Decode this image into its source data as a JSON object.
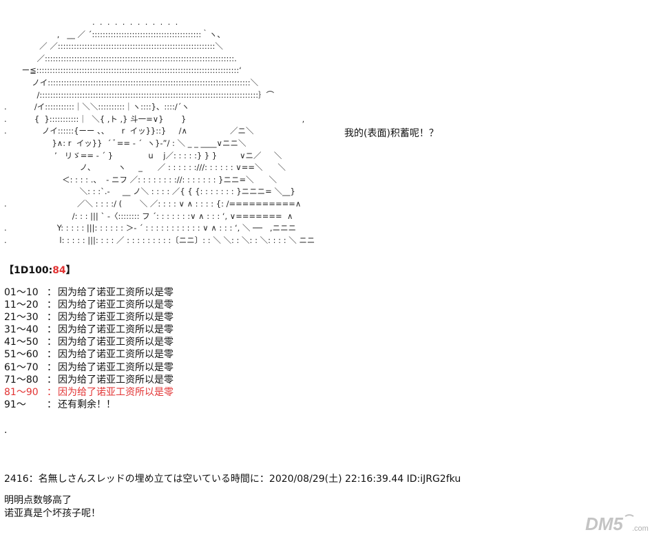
{
  "ascii_art": [
    "                                   .  .  .  .  .  .  .  .  .  .  .  .",
    "                     ,   __ ／ ´:::::::::::::::::::::::::::::::::::::::::｀ヽ、",
    "              ／ ／:::::::::::::::::::::::::::::::::::::::::::::::::::::::::::＼",
    "             ／:::::::::::::::::::::::::::::::::::::::::::::::::::::::::::::::::::::::.",
    "       ー≦::::::::::::::::::::::::::::::::::::::::::::::::::::::::::::::::::::::::::::‘",
    "           ノイ::::::::::::::::::::::::::::::::::::::::::::::::::::::::::::::::::::::::::::＼",
    "             /::::::::::::::::::::::::::::::::::::::::::::::::::::::::::::::::::::::::::::::::::｝⌒",
    ".           /イ:::::::::::｜＼＼::::::::::｜ヽ::::}、::::/´ヽ",
    ".           {  }:::::::::::｜  ＼{ ,ト ,} 斗一=∨}       }                                              ,",
    ".              ノイ::::::{ーー 、、     r  イッ}}::}     /∧                 ／ニ＼",
    "                   }∧: r  イッ}}  ´ ﾞ== ‐ ´  ヽ}-”/ : ＼ _ _ ____∨ニニ＼",
    "                    ’   リゞ== ‐ ´ }              u    j／: : : : :} } }         ∨ニ／     ＼",
    "                              ノ、         ヽ     _      ／ : : : : : :///: : : : : : ∨==＼      ＼",
    "                       ＜: : : : .、  ‐ ニフ ／: : : : : : : ://: : : : : : : }ニニ=＼      ＼",
    "                              ＼: : :`.‐     __ ノ＼ : : : : ／{ { {: : : : : : : }ニニニ= ＼__}",
    ".                            ／＼ : : : :/ (       ＼ ／: : : : ∨ ∧ : : : : {: /==========∧",
    "                           /: : : ||| ` ‐〈:::::::: フ ´: : : : : : :∨ ∧ : : : ‘, ∨=======  ∧",
    ".                    Y: : : : : |||: : : : : : ＞‐ ´ : : : : : : : : : : : ∨ ∧ : : : ‘, ＼ ──   ,ニニニ",
    ".                     l: : : : : |||: : : : ／ : : : : : : : : :〔ニニ〕: : ＼ ＼: : ＼: : ＼: : : : ＼ ニニ"
  ],
  "speech": "我的(表面)积蓄呢！？",
  "roll": {
    "open": "【1D100:",
    "value": "84",
    "close": "】"
  },
  "table": [
    {
      "range": "01～10",
      "text": "因为给了诺亚工资所以是零",
      "highlight": false
    },
    {
      "range": "11～20",
      "text": "因为给了诺亚工资所以是零",
      "highlight": false
    },
    {
      "range": "21～30",
      "text": "因为给了诺亚工资所以是零",
      "highlight": false
    },
    {
      "range": "31～40",
      "text": "因为给了诺亚工资所以是零",
      "highlight": false
    },
    {
      "range": "41～50",
      "text": "因为给了诺亚工资所以是零",
      "highlight": false
    },
    {
      "range": "51～60",
      "text": "因为给了诺亚工资所以是零",
      "highlight": false
    },
    {
      "range": "61～70",
      "text": "因为给了诺亚工资所以是零",
      "highlight": false
    },
    {
      "range": "71～80",
      "text": "因为给了诺亚工资所以是零",
      "highlight": false
    },
    {
      "range": "81～90",
      "text": "因为给了诺亚工资所以是零",
      "highlight": true
    },
    {
      "range": "91～",
      "text": "还有剩余！！",
      "highlight": false
    }
  ],
  "table_separator": "：",
  "dot": ".",
  "post": {
    "header": "2416：名無しさんスレッドの埋め立ては空いている時間に：2020/08/29(土) 22:16:39.44 ID:iJRG2fku",
    "body": "明明点数够高了\n诺亚真是个坏孩子呢！"
  },
  "watermark": {
    "text": "DM5",
    "sub": ".com",
    "color": "#bdbdbd"
  },
  "colors": {
    "highlight": "#e23333",
    "text": "#111111"
  }
}
